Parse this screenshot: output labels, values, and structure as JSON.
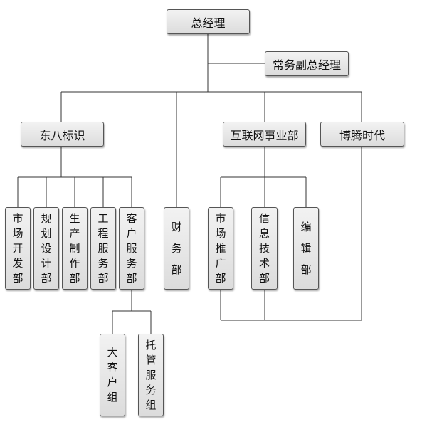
{
  "org": {
    "general_manager": "总经理",
    "deputy": "常务副总经理",
    "dongba": "东八标识",
    "internet": "互联网事业部",
    "boteng": "博腾时代",
    "market_dev": "市场开发部",
    "planning": "规划设计部",
    "production": "生产制作部",
    "engineering": "工程服务部",
    "customer_service": "客户服务部",
    "finance": "财务部",
    "market_promo": "市场推广部",
    "it": "信息技术部",
    "editorial": "编辑部",
    "key_accounts": "大客户组",
    "hosting": "托管服务组"
  }
}
